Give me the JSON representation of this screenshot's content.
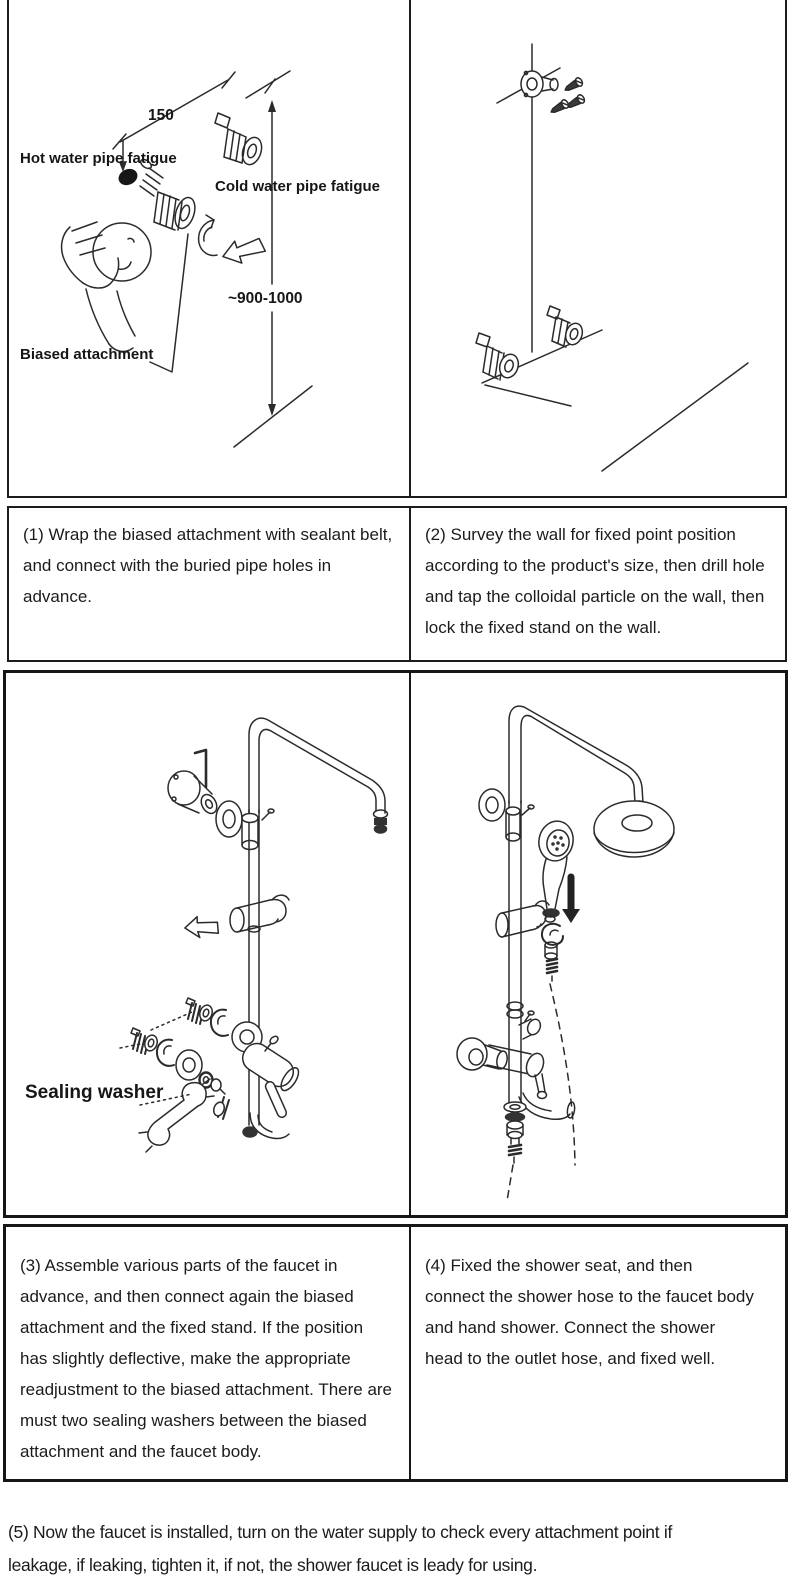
{
  "page": {
    "background": "#ffffff",
    "ink": "#1c1c1c"
  },
  "illustrations": {
    "step1": {
      "dim_horizontal": "150",
      "hot_pipe": "Hot water pipe fatigue",
      "cold_pipe": "Cold water pipe fatigue",
      "dim_vertical": "~900-1000",
      "biased_attachment": "Biased attachment"
    },
    "step3": {
      "sealing_washer": "Sealing washer"
    }
  },
  "captions": {
    "step1": "(1) Wrap the biased attachment with sealant belt, and connect with the buried pipe holes in advance.",
    "step2": "(2) Survey the wall for fixed point position according to the product's size, then drill hole and tap the colloidal particle on the wall, then lock the fixed stand on the wall.",
    "step3": "(3) Assemble various parts of the faucet in advance, and then connect again the biased attachment and the fixed stand. If the position has slightly deflective, make the appropriate readjustment to the biased attachment. There are must two sealing washers between the biased attachment and the faucet body.",
    "step4": "(4) Fixed the shower seat, and then connect the shower hose to the faucet body and hand shower. Connect the shower head to the outlet hose, and fixed well.",
    "step5": "(5) Now the faucet is installed, turn on the water supply to check every attachment point if\nleakage, if leaking, tighten it, if not, the shower faucet is leady for using."
  }
}
